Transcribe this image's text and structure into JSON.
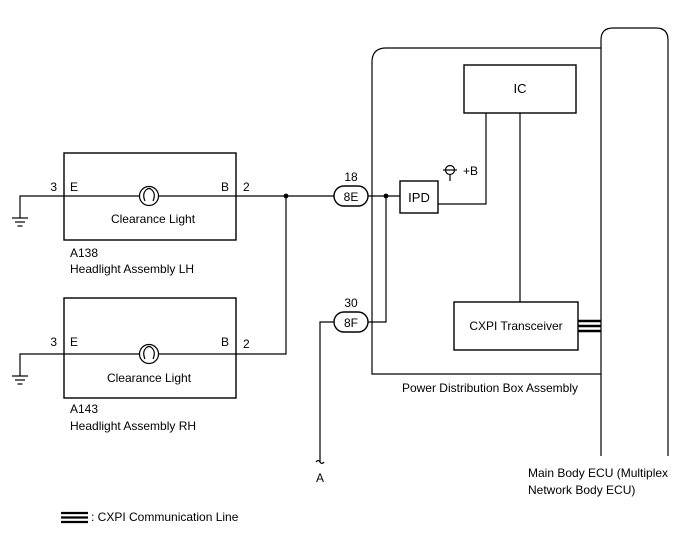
{
  "diagram": {
    "headlight_lh": {
      "ref": "A138",
      "name": "Headlight Assembly LH",
      "component": "Clearance Light",
      "pin_left_num": "3",
      "pin_left_name": "E",
      "pin_right_name": "B",
      "pin_right_num": "2"
    },
    "headlight_rh": {
      "ref": "A143",
      "name": "Headlight Assembly RH",
      "component": "Clearance Light",
      "pin_left_num": "3",
      "pin_left_name": "E",
      "pin_right_name": "B",
      "pin_right_num": "2"
    },
    "connectors": {
      "c1_pin": "18",
      "c1_label": "8E",
      "c2_pin": "30",
      "c2_label": "8F"
    },
    "power_box": {
      "name": "Power Distribution Box Assembly",
      "ic_label": "IC",
      "ipd_label": "IPD",
      "supply_label": "+B",
      "transceiver_label": "CXPI Transceiver"
    },
    "ecu": {
      "name_line1": "Main Body ECU (Multiplex",
      "name_line2": "Network Body ECU)"
    },
    "terminal_a": "A",
    "legend": {
      "text": ": CXPI Communication Line"
    }
  }
}
